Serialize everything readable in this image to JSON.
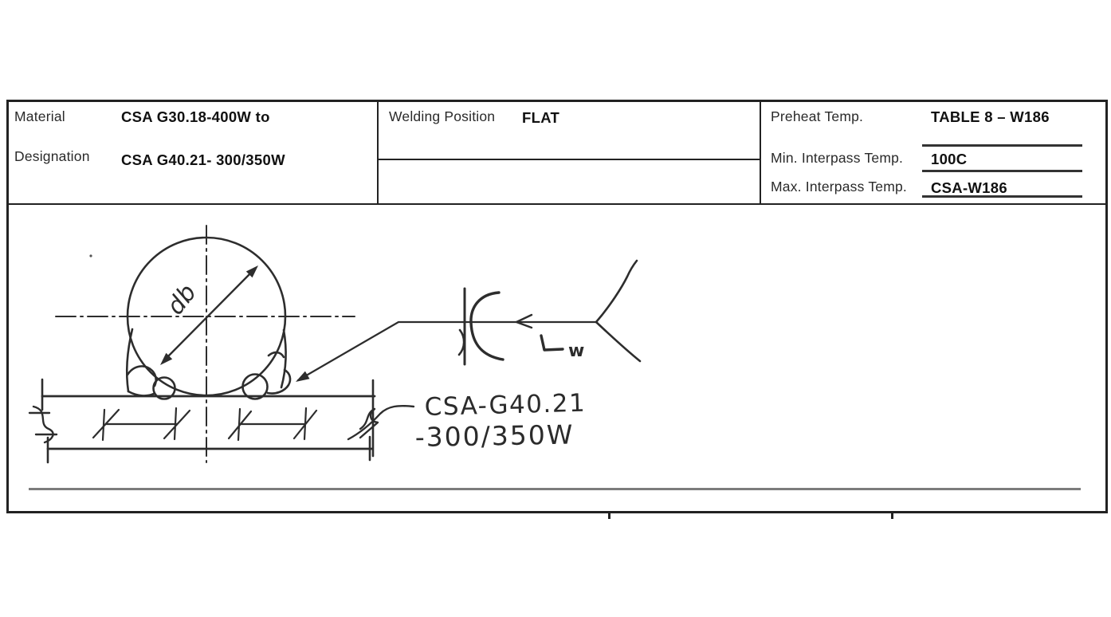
{
  "document": {
    "header": {
      "material": {
        "label_line1": "Material",
        "label_line2": "Designation",
        "value_line1": "CSA G30.18-400W to",
        "value_line2": "CSA G40.21- 300/350W"
      },
      "welding_position": {
        "label": "Welding Position",
        "value": "FLAT"
      },
      "temps": {
        "preheat": {
          "label": "Preheat Temp.",
          "value": "TABLE 8 – W186"
        },
        "min_interpass": {
          "label": "Min. Interpass Temp.",
          "value": "100C"
        },
        "max_interpass": {
          "label": "Max. Interpass Temp.",
          "value": "CSA-W186"
        }
      }
    },
    "diagram": {
      "bar_diameter_label": "db",
      "weld_length_label_l": "L",
      "weld_length_label_w": "w",
      "material_note_line1": "CSA-G40.21",
      "material_note_line2": "-300/350W"
    },
    "colors": {
      "table_border": "#222222",
      "sketch_ink": "#2d2d2d",
      "divider_gray": "#7c7c7c"
    }
  }
}
